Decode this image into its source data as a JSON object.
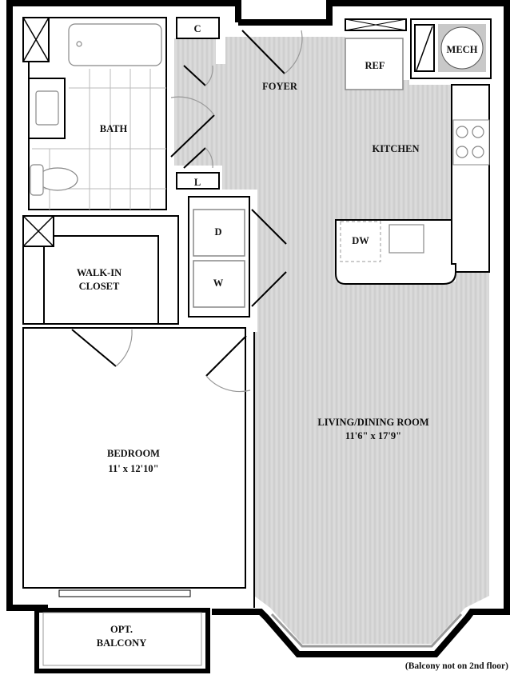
{
  "rooms": {
    "bath": "BATH",
    "foyer": "FOYER",
    "kitchen": "KITCHEN",
    "ref": "REF",
    "mech": "MECH",
    "closet_c": "C",
    "linen_l": "L",
    "dryer": "D",
    "washer": "W",
    "dishwasher": "DW",
    "walkin_line1": "WALK-IN",
    "walkin_line2": "CLOSET",
    "bedroom_name": "BEDROOM",
    "bedroom_dims": "11' x 12'10\"",
    "living_name": "LIVING/DINING ROOM",
    "living_dims": "11'6\" x 17'9\"",
    "balcony_line1": "OPT.",
    "balcony_line2": "BALCONY"
  },
  "note": "(Balcony not on 2nd floor)",
  "colors": {
    "floor": "#d4d4d4",
    "wall": "#000000",
    "fixture": "#888888"
  }
}
